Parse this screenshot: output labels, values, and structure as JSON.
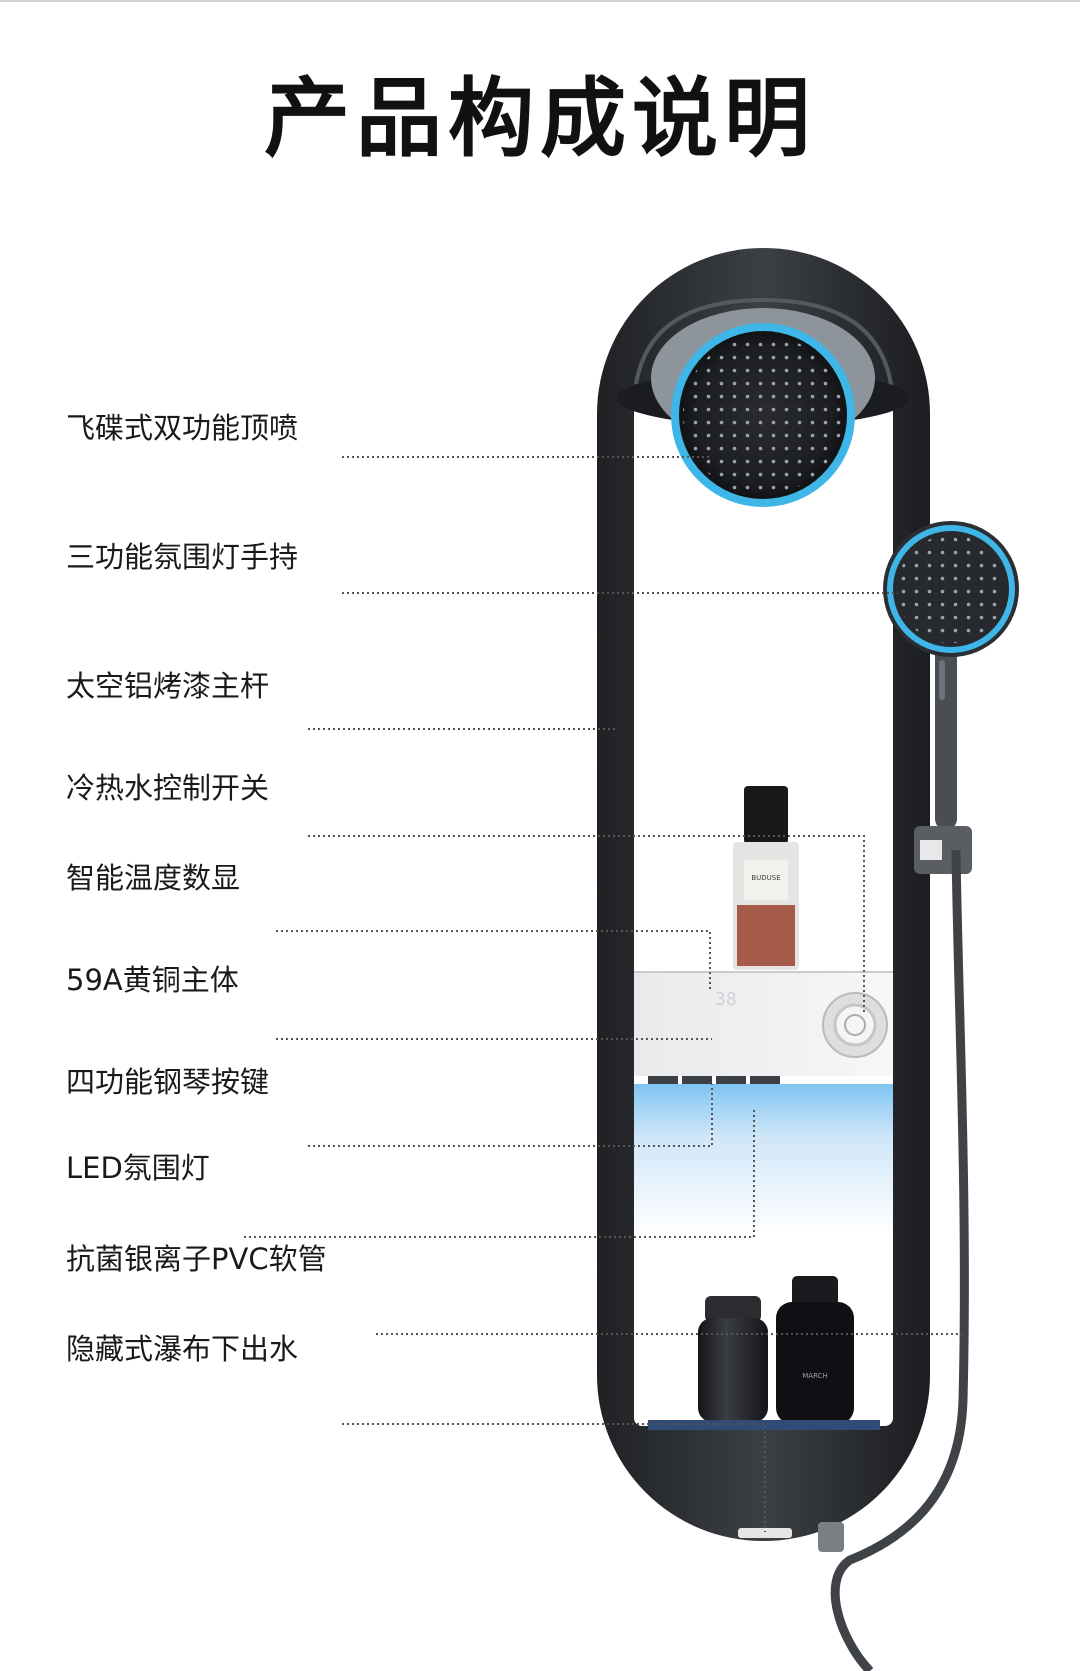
{
  "page": {
    "title": "产品构成说明"
  },
  "components": [
    {
      "id": "top-shower",
      "label": "飞碟式双功能顶喷"
    },
    {
      "id": "handheld",
      "label": "三功能氛围灯手持"
    },
    {
      "id": "main-pole",
      "label": "太空铝烤漆主杆"
    },
    {
      "id": "control-switch",
      "label": "冷热水控制开关"
    },
    {
      "id": "temp-display",
      "label": "智能温度数显"
    },
    {
      "id": "brass-body",
      "label": "59A黄铜主体"
    },
    {
      "id": "piano-keys",
      "label": "四功能钢琴按键"
    },
    {
      "id": "led-light",
      "label": "LED氛围灯"
    },
    {
      "id": "pvc-hose",
      "label": "抗菌银离子PVC软管"
    },
    {
      "id": "waterfall-outlet",
      "label": "隐藏式瀑布下出水"
    }
  ],
  "display": {
    "temperature": "38"
  },
  "bottles": {
    "perfume": "BUDUSE",
    "dark": "MARCH"
  },
  "colors": {
    "frame": "#2e3033",
    "led_blue": "#3fb6e8",
    "panel": "#f1f2f3",
    "leader": "#555555"
  }
}
